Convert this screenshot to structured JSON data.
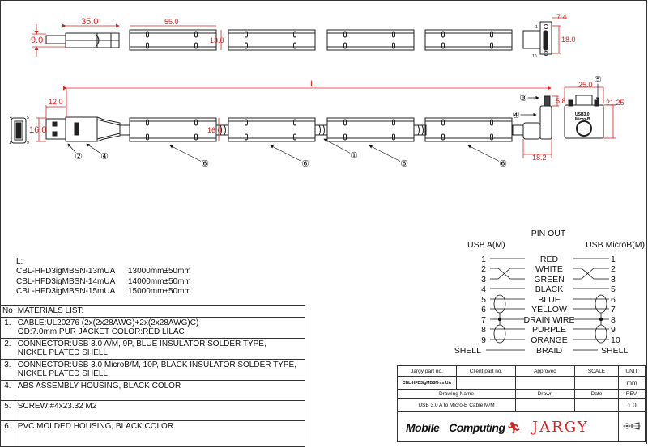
{
  "drawing": {
    "dimensions": {
      "usb_a_length": "35.0",
      "usb_a_height": "9.0",
      "housing_length": "55.0",
      "housing_height_top": "13.0",
      "microb_thickness": "7.4",
      "microb_width": "18.0",
      "overall_length": "L",
      "usb_a_plug_length": "12.0",
      "usb_a_plug_height": "16.0",
      "housing_height_side": "16.0",
      "screw_height": "5.8",
      "microb_depth": "18.2",
      "microb_front_width": "25.0",
      "microb_front_height": "21.25"
    },
    "pin_labels": {
      "usb_a_pin4": "4",
      "usb_a_pin5": "5",
      "usb_a_pin1": "1",
      "usb_a_pin9": "9",
      "microb_pin1": "1",
      "microb_pin10": "10"
    },
    "microb_label": [
      "USB3.0",
      "Micro-B"
    ],
    "balloons": [
      "②",
      "④",
      "⑥",
      "⑥",
      "①",
      "⑥",
      "⑥",
      "③",
      "④",
      "⑤"
    ]
  },
  "lengths": {
    "heading": "L:",
    "rows": [
      {
        "part": "CBL-HFD3igMBSN-13mUA",
        "length": "13000mm±50mm"
      },
      {
        "part": "CBL-HFD3igMBSN-14mUA",
        "length": "14000mm±50mm"
      },
      {
        "part": "CBL-HFD3igMBSN-15mUA",
        "length": "15000mm±50mm"
      }
    ]
  },
  "materials": {
    "no_header": "No",
    "title": "MATERIALS LIST:",
    "items": [
      {
        "no": "1.",
        "line1": "CABLE:UL20276 (2x(2x28AWG)+2x(2x28AWG)C)",
        "line2": "OD:7.0mm  PUR JACKET COLOR:RED LILAC"
      },
      {
        "no": "2.",
        "line1": "CONNECTOR:USB 3.0 A/M, 9P, BLUE INSULATOR SOLDER TYPE,",
        "line2": "NICKEL PLATED SHELL"
      },
      {
        "no": "3.",
        "line1": "CONNECTOR:USB 3.0 MicroB/M, 10P, BLACK INSULATOR SOLDER TYPE,",
        "line2": "NICKEL PLATED SHELL"
      },
      {
        "no": "4.",
        "line1": "ABS ASSEMBLY HOUSING, BLACK COLOR",
        "line2": ""
      },
      {
        "no": "5.",
        "line1": "SCREW:#4x23.32 M2",
        "line2": ""
      },
      {
        "no": "6.",
        "line1": "PVC MOLDED HOUSING, BLACK COLOR",
        "line2": ""
      }
    ]
  },
  "pinout": {
    "title": "PIN OUT",
    "left_header": "USB A(M)",
    "right_header": "USB MicroB(M)",
    "rows": [
      {
        "left": "1",
        "color": "RED",
        "right": "1"
      },
      {
        "left": "2",
        "color": "WHITE",
        "right": "2"
      },
      {
        "left": "3",
        "color": "GREEN",
        "right": "3"
      },
      {
        "left": "4",
        "color": "BLACK",
        "right": "5"
      },
      {
        "left": "5",
        "color": "BLUE",
        "right": "6"
      },
      {
        "left": "6",
        "color": "YELLOW",
        "right": "7"
      },
      {
        "left": "7",
        "color": "DRAIN WIRE",
        "right": "8"
      },
      {
        "left": "8",
        "color": "PURPLE",
        "right": "9"
      },
      {
        "left": "9",
        "color": "ORANGE",
        "right": "10"
      },
      {
        "left": "SHELL",
        "color": "BRAID",
        "right": "SHELL"
      }
    ]
  },
  "title_block": {
    "headers": [
      "Jargy part no.",
      "Client part no.",
      "Approved",
      "SCALE",
      "UNIT"
    ],
    "jargy_part_no": "CBL-HFD3igMBSN-xmUA",
    "client_part_no": "",
    "approved": "",
    "scale": "",
    "unit": "mm",
    "drawing_name_label": "Drawing Name",
    "drawn_label": "Drawn",
    "date_label": "Date",
    "rev_label": "REV.",
    "drawing_name": "USB 3.0 A to Micro-B Cable M/M",
    "drawn": "",
    "date": "",
    "rev": "1.0",
    "logo_mobile": "Mobile",
    "logo_computing": "Computing",
    "logo_jargy": "JARGY"
  },
  "colors": {
    "dimension": "#e02020",
    "line": "#222222"
  }
}
